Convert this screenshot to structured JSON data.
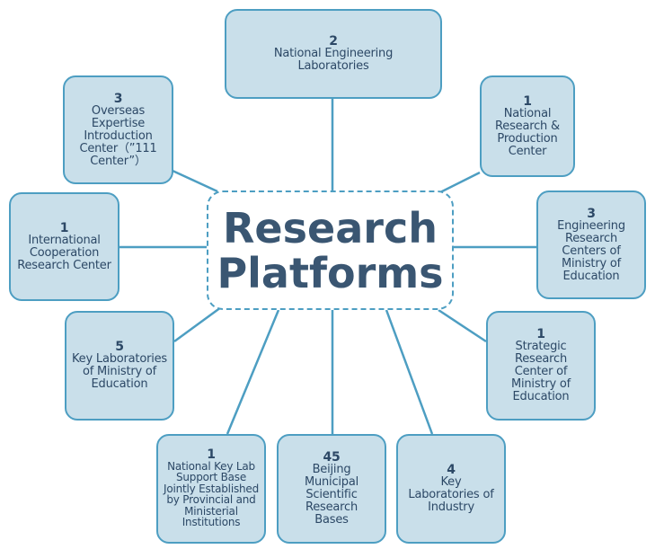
{
  "center": {
    "line1": "Research",
    "line2": "Platforms"
  },
  "nodes": [
    {
      "count": "2",
      "label": "National Engineering Laboratories"
    },
    {
      "count": "3",
      "label": "Overseas Expertise Introduction Center（”111 Center”）"
    },
    {
      "count": "1",
      "label": "National Research & Production Center"
    },
    {
      "count": "1",
      "label": "International Cooperation Research Center"
    },
    {
      "count": "3",
      "label": "Engineering Research Centers of Ministry of Education"
    },
    {
      "count": "5",
      "label": "Key Laboratories of Ministry of Education"
    },
    {
      "count": "1",
      "label": "Strategic Research Center of Ministry of Education"
    },
    {
      "count": "1",
      "label": "National Key Lab Support Base Jointly Established by Provincial and Ministerial Institutions"
    },
    {
      "count": "45",
      "label": "Beijing Municipal Scientific Research Bases"
    },
    {
      "count": "4",
      "label": "Key Laboratories of Industry"
    }
  ],
  "colors": {
    "box_fill": "#c9dfea",
    "border": "#4d9ec2",
    "text": "#2c4866"
  }
}
